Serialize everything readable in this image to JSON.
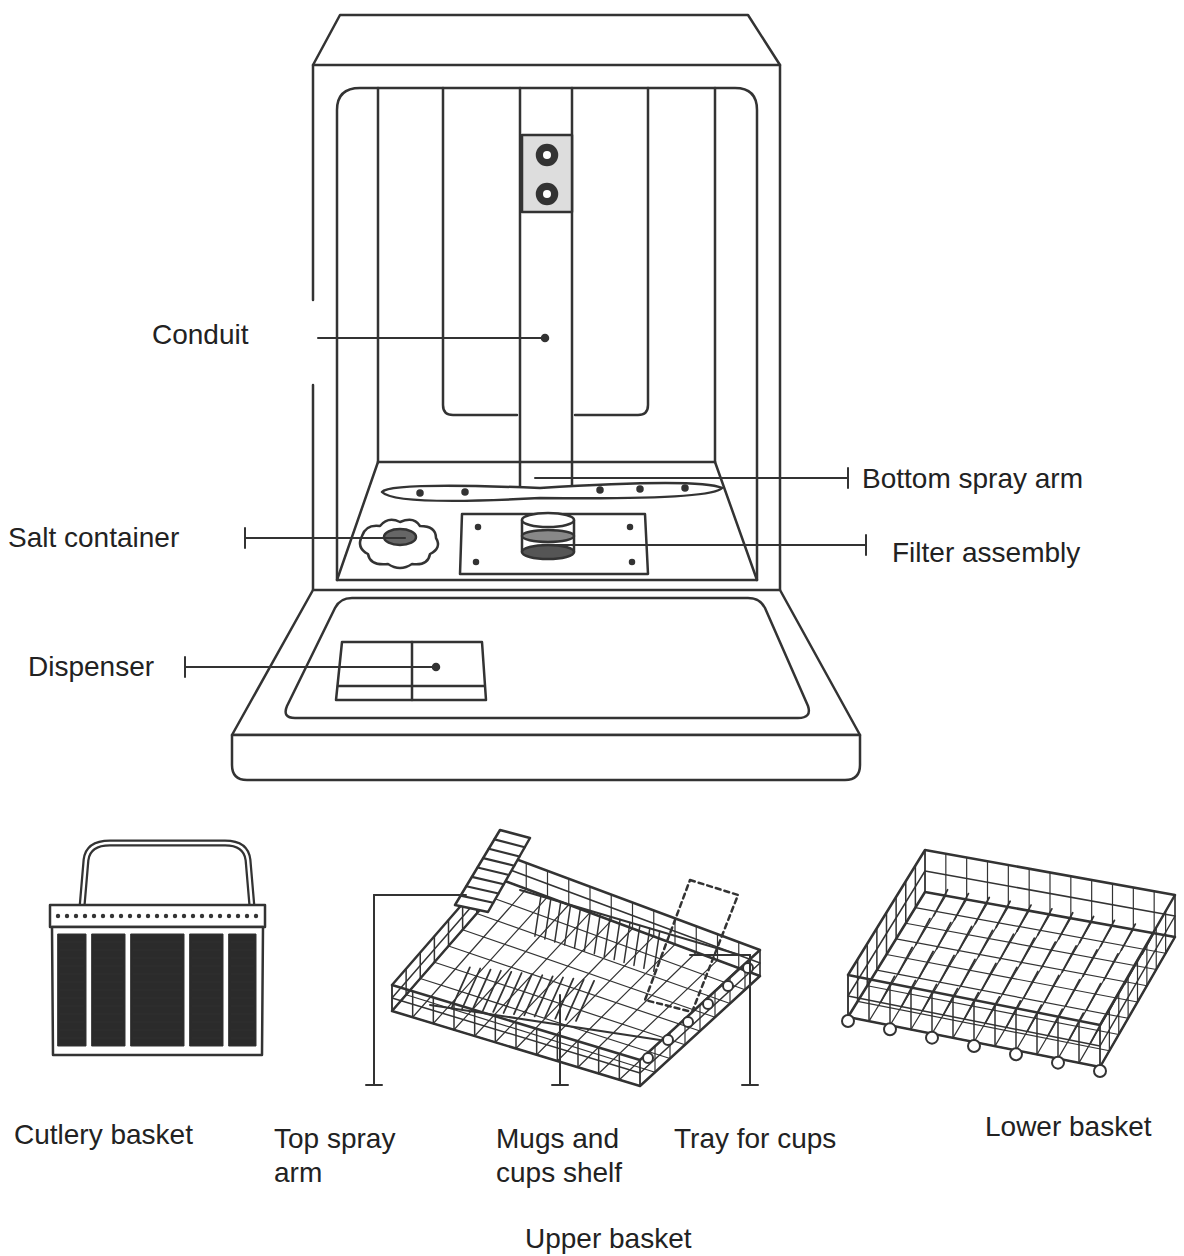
{
  "diagram": {
    "labels": [
      "Conduit",
      "Bottom spray arm",
      "Salt container",
      "Filter assembly",
      "Dispenser",
      "Cutlery basket",
      "Top spray arm",
      "Mugs and cups shelf",
      "Tray for cups",
      "Lower basket",
      "Upper basket"
    ]
  }
}
